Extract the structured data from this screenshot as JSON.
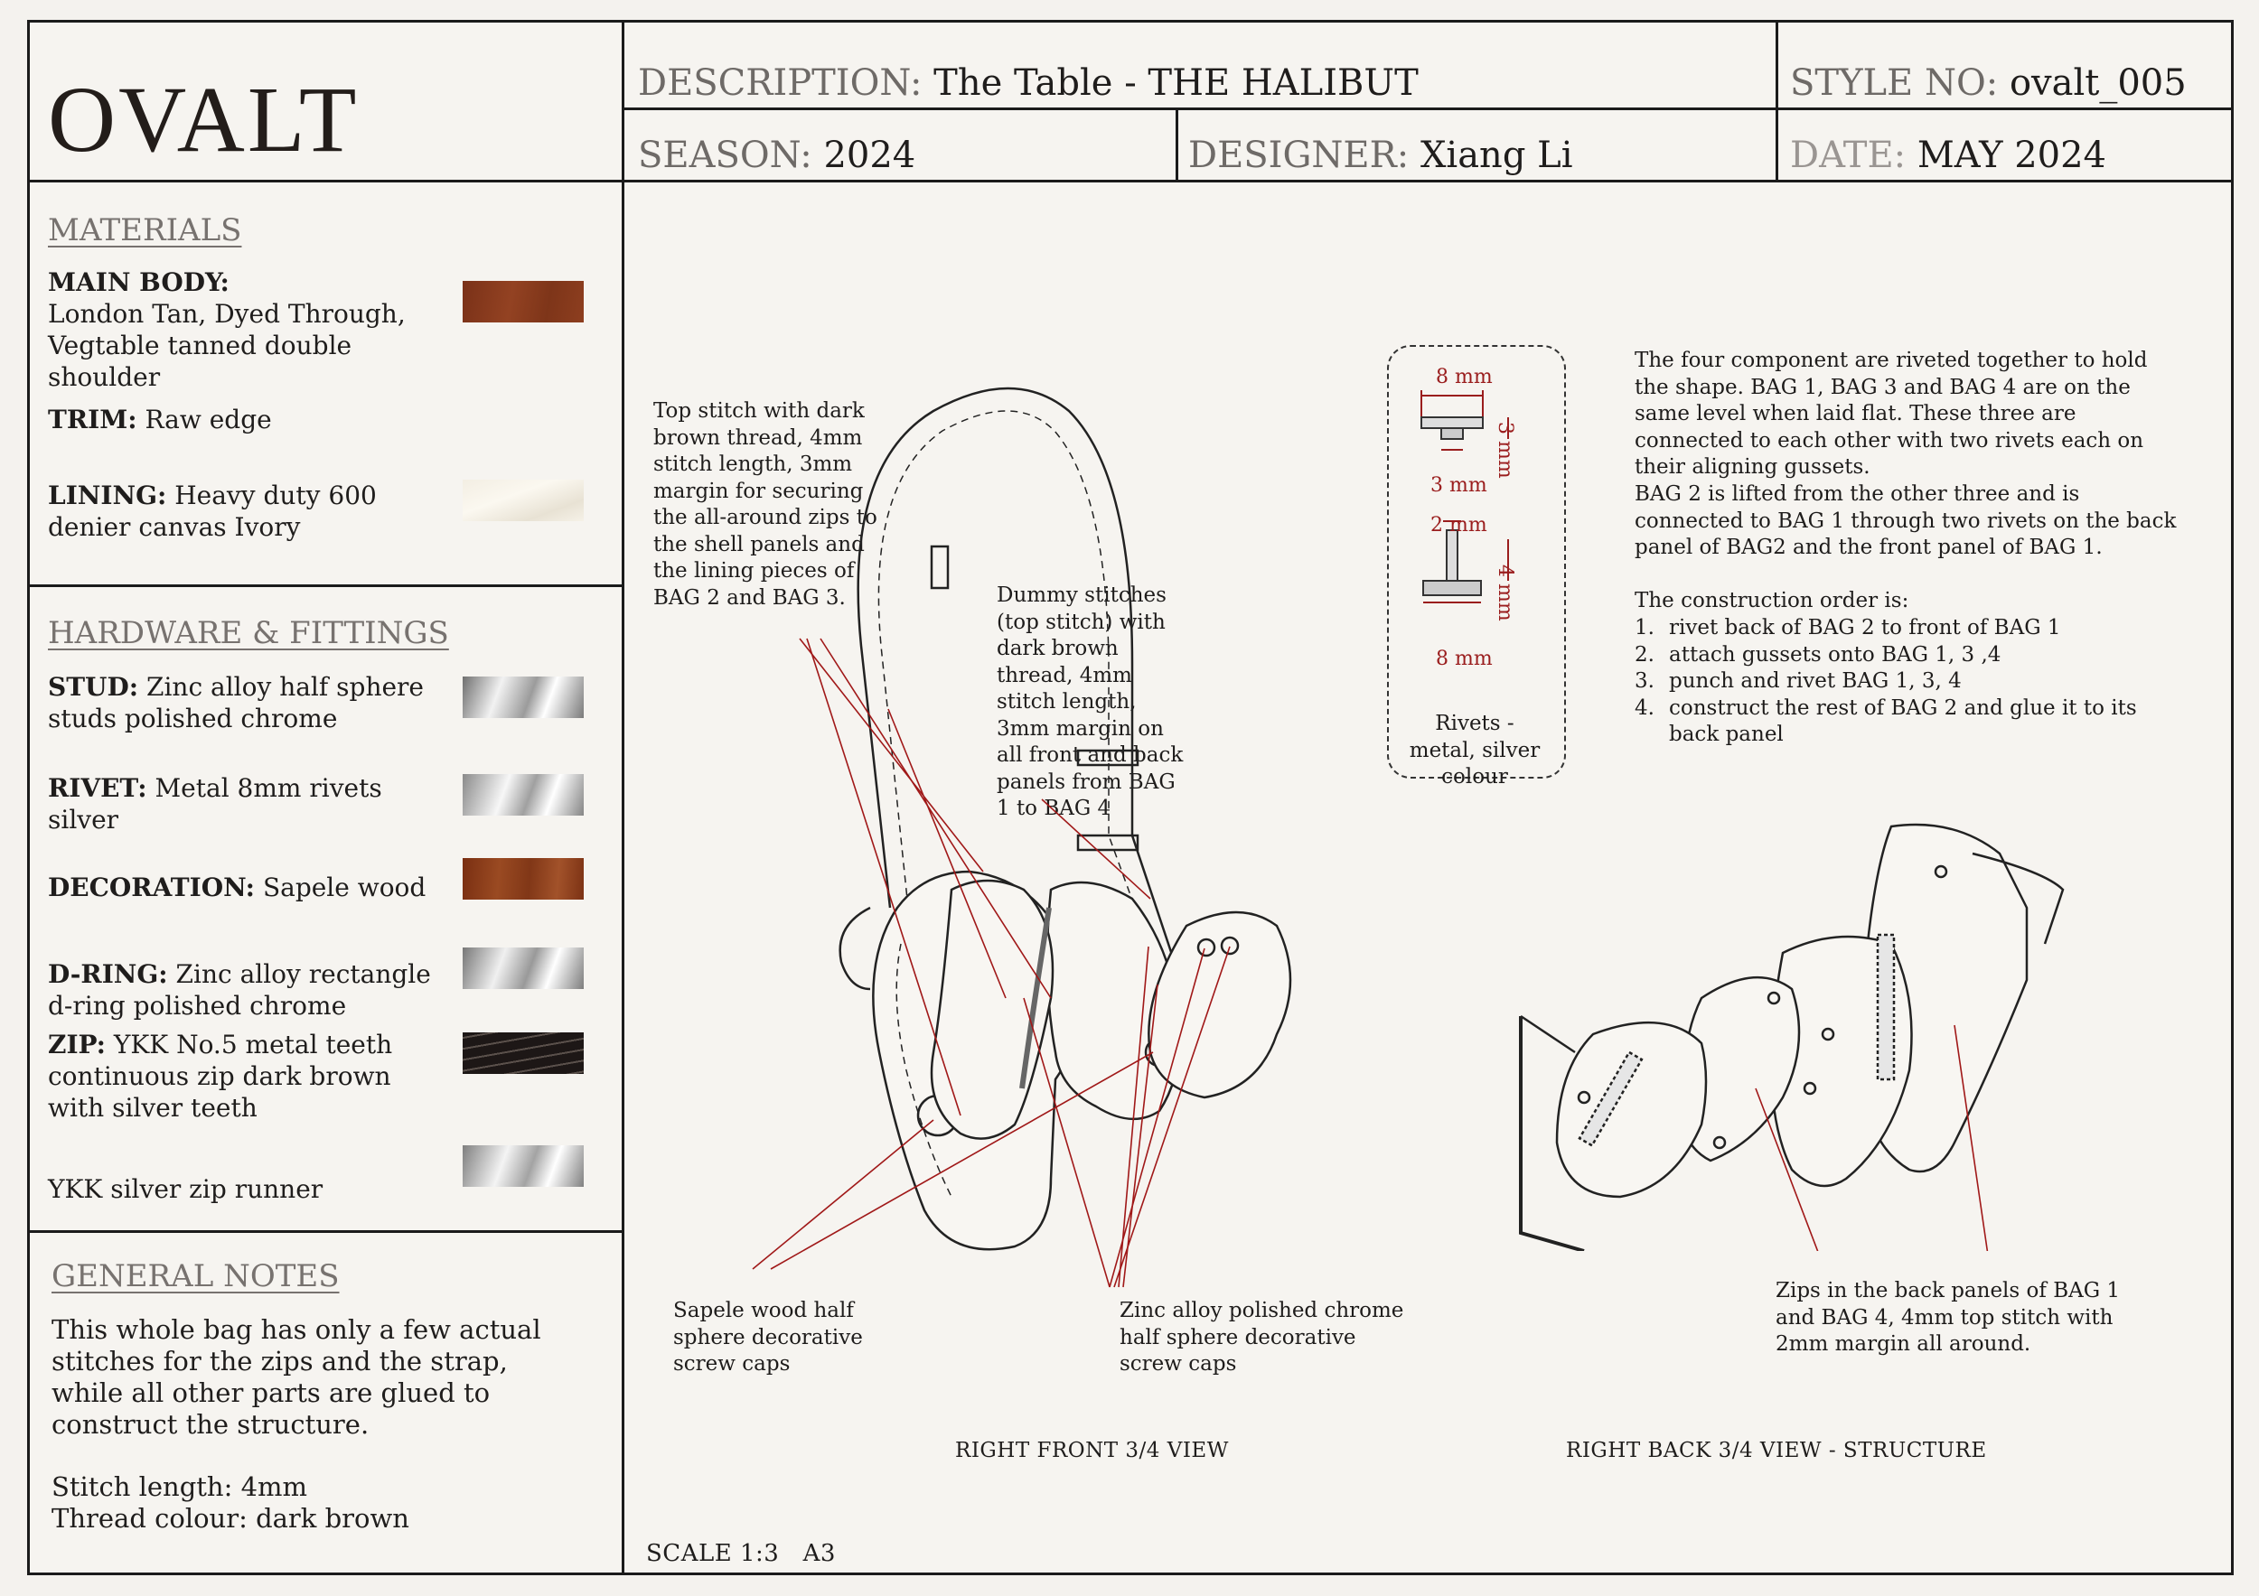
{
  "header": {
    "logo": "OVALT",
    "description_label": "DESCRIPTION:",
    "description_value": "The Table - THE HALIBUT",
    "style_label": "STYLE NO:",
    "style_value": "ovalt_005",
    "season_label": "SEASON:",
    "season_value": "2024",
    "designer_label": "DESIGNER:",
    "designer_value": "Xiang Li",
    "date_label": "DATE:",
    "date_value": "MAY 2024"
  },
  "materials": {
    "title": "MATERIALS",
    "items": [
      {
        "label": "MAIN BODY:",
        "text": "London Tan, Dyed Through, Vegtable tanned double shoulder",
        "swatch": "leather-tan"
      },
      {
        "label": "TRIM:",
        "text": "Raw edge",
        "swatch": ""
      },
      {
        "label": "LINING:",
        "text": "Heavy duty 600 denier canvas Ivory",
        "swatch": "canvas-ivory"
      }
    ]
  },
  "hardware": {
    "title": "HARDWARE & FITTINGS",
    "items": [
      {
        "label": "STUD:",
        "text": "Zinc alloy half sphere studs polished chrome",
        "swatch": "chrome"
      },
      {
        "label": "RIVET:",
        "text": "Metal 8mm rivets silver",
        "swatch": "chrome"
      },
      {
        "label": "DECORATION:",
        "text": "Sapele wood",
        "swatch": "sapele"
      },
      {
        "label": "D-RING:",
        "text": "Zinc alloy rectangle d-ring polished chrome",
        "swatch": "chrome"
      },
      {
        "label": "ZIP:",
        "text": "YKK No.5 metal teeth continuous zip dark brown with silver teeth",
        "swatch": "zip"
      },
      {
        "label": "",
        "text": "YKK silver zip runner",
        "swatch": "chrome"
      }
    ]
  },
  "general_notes": {
    "title": "GENERAL NOTES",
    "paragraph": "This whole bag has only a few actual stitches for the zips and the strap, while all other parts are glued to construct the structure.",
    "stitch": "Stitch length: 4mm",
    "thread": "Thread colour: dark brown"
  },
  "annotations": {
    "top_stitch": "Top stitch with dark brown thread, 4mm stitch length, 3mm margin for securing the all-around zips to the shell panels and the lining pieces of BAG 2 and BAG 3.",
    "dummy_stitches": "Dummy stitches (top stitch) with dark brown thread, 4mm stitch length, 3mm margin on all front and back panels from BAG 1 to BAG 4",
    "sapele": "Sapele wood half sphere decorative screw caps",
    "zinc": "Zinc alloy polished chrome half sphere decorative screw caps",
    "zips_back": "Zips in the back panels of BAG 1 and BAG 4, 4mm top stitch with 2mm margin all around."
  },
  "rivet_detail": {
    "dim_top_width": "8 mm",
    "dim_top_height": "3 mm",
    "dim_top_base": "3 mm",
    "dim_bottom_pin": "2 mm",
    "dim_bottom_height": "4 mm",
    "dim_bottom_width": "8 mm",
    "caption": "Rivets - metal, silver colour"
  },
  "construction": {
    "para1": "The four component are riveted together to hold the shape. BAG 1, BAG 3 and BAG 4 are on the same level when laid flat. These three are connected to each other with two rivets each on their aligning gussets.",
    "para2": "BAG 2 is lifted from the other three and is connected to BAG 1 through two rivets on the back panel of BAG2 and the front panel of BAG 1.",
    "order_title": "The construction order is:",
    "steps": [
      "rivet back of BAG 2 to front of BAG 1",
      "attach gussets onto BAG 1, 3 ,4",
      "punch and rivet BAG 1, 3, 4",
      "construct the rest of BAG 2 and glue it to its back panel"
    ]
  },
  "views": {
    "front": "RIGHT FRONT 3/4 VIEW",
    "back": "RIGHT BACK 3/4 VIEW - STRUCTURE",
    "scale": "SCALE 1:3   A3"
  },
  "colors": {
    "leather": "#8a3a1c",
    "annotation_line": "#a01818",
    "dimension": "#9a1d1d"
  }
}
